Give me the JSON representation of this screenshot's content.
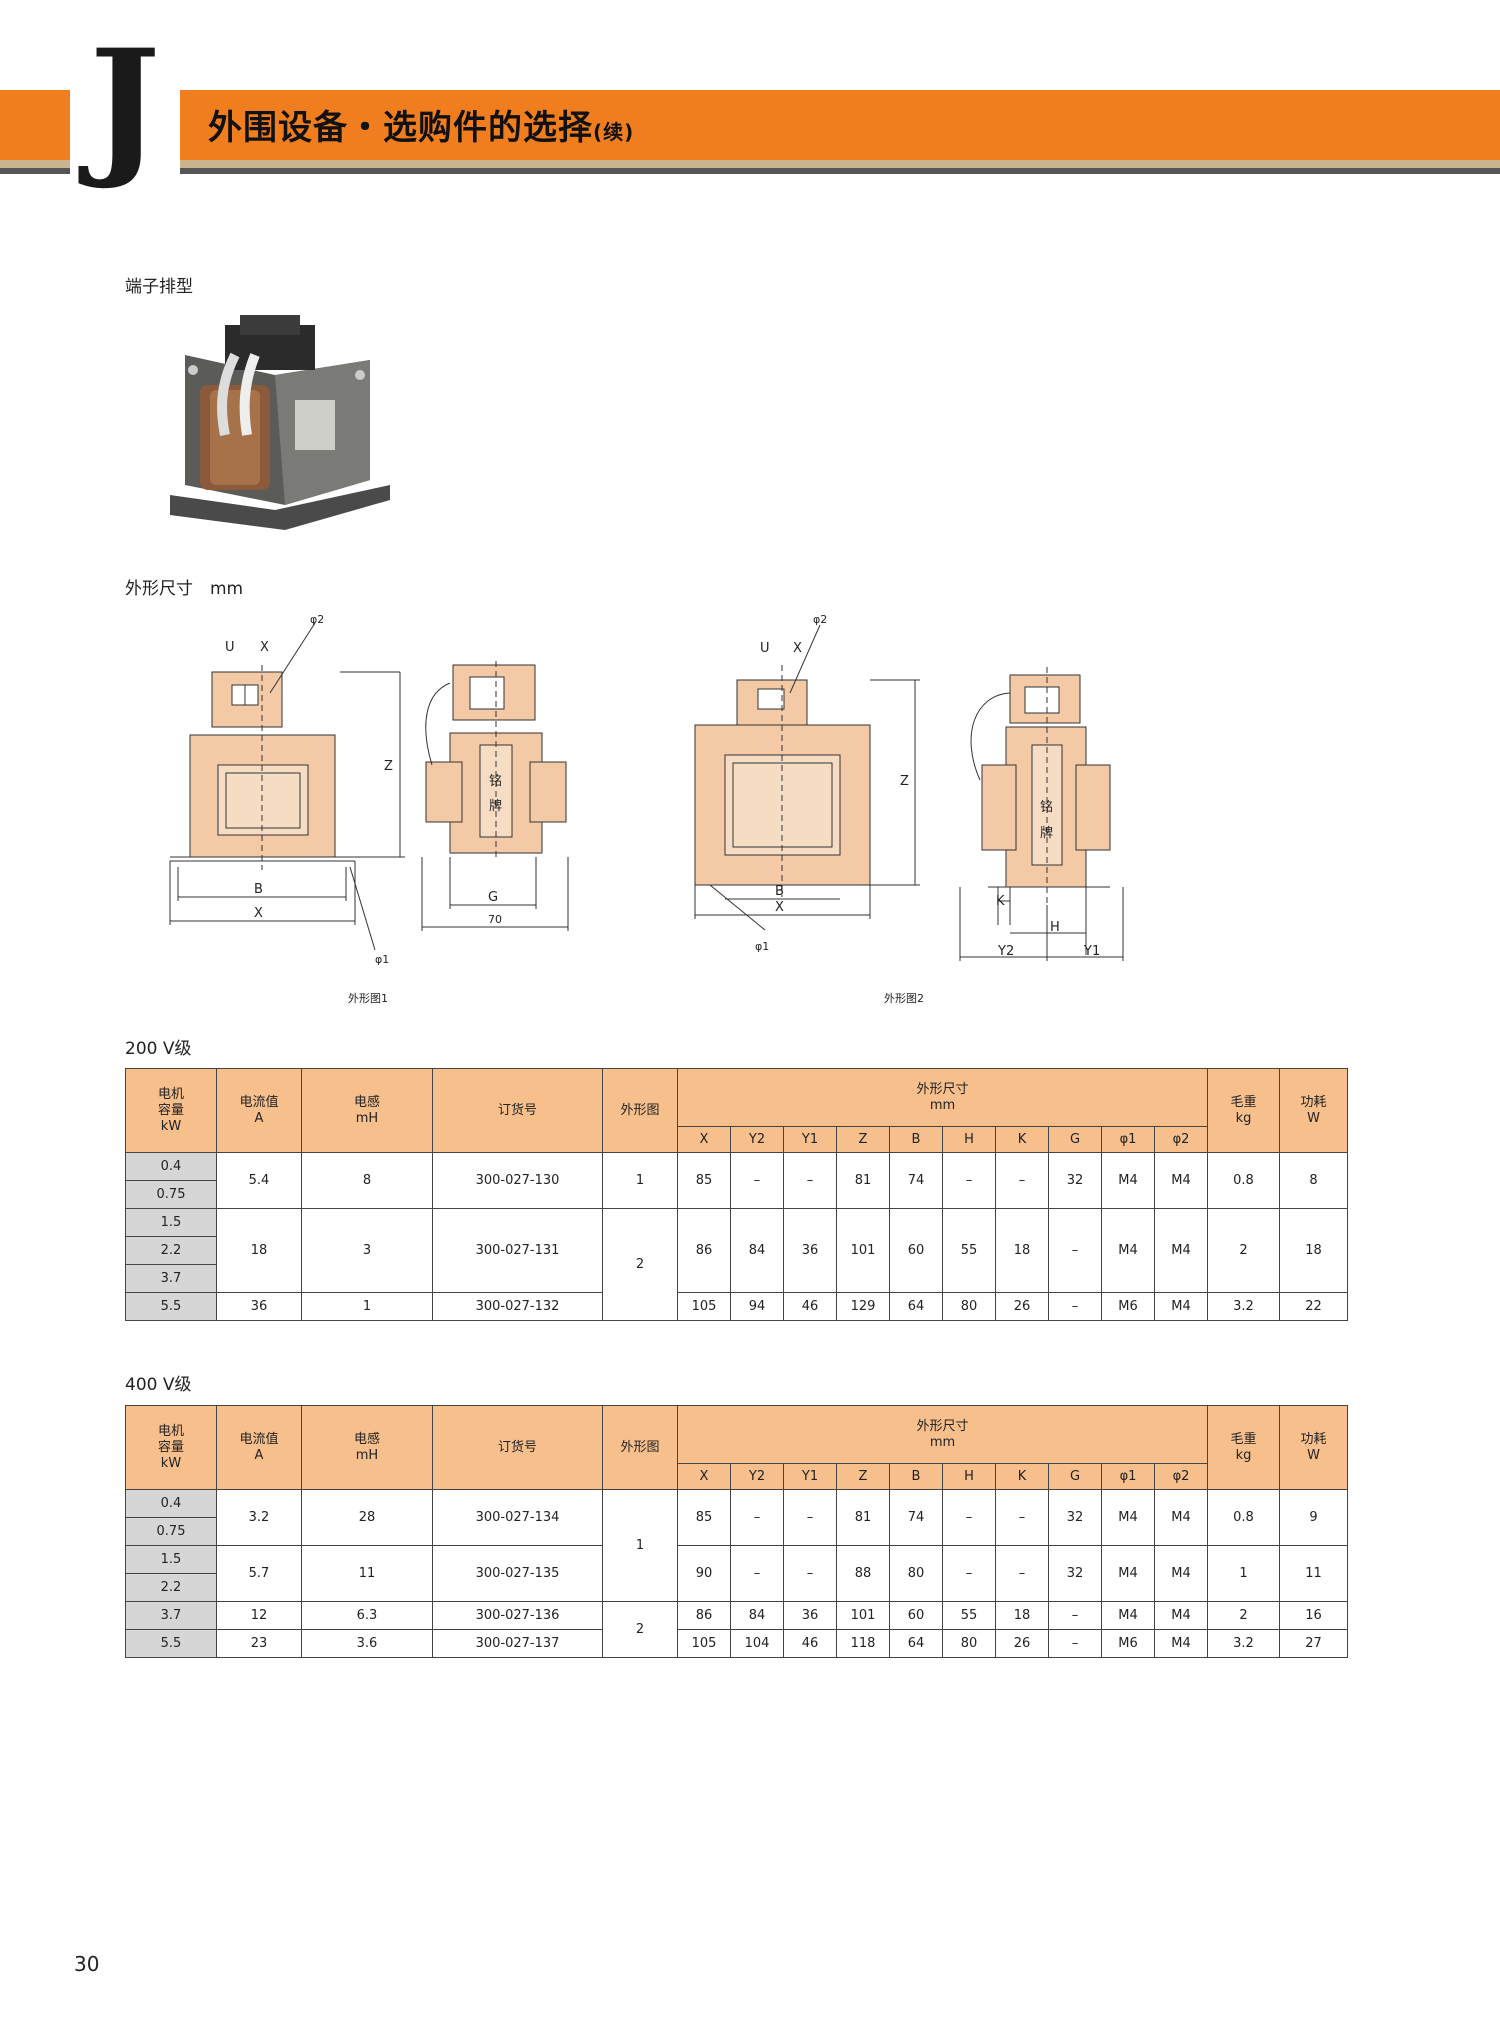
{
  "header": {
    "letter": "J",
    "title": "外围设备・选购件的选择",
    "title_suffix": "(续)"
  },
  "section_label": "端子排型",
  "dimension_label": "外形尺寸　mm",
  "drawing": {
    "fig1_caption": "外形图1",
    "fig2_caption": "外形图2",
    "labels": {
      "u": "U",
      "x": "X",
      "phi1": "φ1",
      "phi2": "φ2",
      "z": "Z",
      "b": "B",
      "g": "G",
      "seventy": "70",
      "nameplate_1": "铭",
      "nameplate_2": "牌",
      "k": "K",
      "h": "H",
      "y1": "Y1",
      "y2": "Y2"
    }
  },
  "table_headers": {
    "motor": [
      "电机",
      "容量",
      "kW"
    ],
    "current": [
      "电流值",
      "A"
    ],
    "inductance": [
      "电感",
      "mH"
    ],
    "order_no": "订货号",
    "outline": "外形图",
    "dims": [
      "外形尺寸",
      "mm"
    ],
    "dim_cols": [
      "X",
      "Y2",
      "Y1",
      "Z",
      "B",
      "H",
      "K",
      "G",
      "φ1",
      "φ2"
    ],
    "weight": [
      "毛重",
      "kg"
    ],
    "loss": [
      "功耗",
      "W"
    ]
  },
  "table200": {
    "title": "200 V级",
    "kw": [
      "0.4",
      "0.75",
      "1.5",
      "2.2",
      "3.7",
      "5.5"
    ],
    "rows": [
      {
        "current": "5.4",
        "mh": "8",
        "order": "300-027-130",
        "outline": "1",
        "dims": [
          "85",
          "–",
          "–",
          "81",
          "74",
          "–",
          "–",
          "32",
          "M4",
          "M4"
        ],
        "kg": "0.8",
        "w": "8"
      },
      {
        "current": "18",
        "mh": "3",
        "order": "300-027-131",
        "outline": "2",
        "dims": [
          "86",
          "84",
          "36",
          "101",
          "60",
          "55",
          "18",
          "–",
          "M4",
          "M4"
        ],
        "kg": "2",
        "w": "18"
      },
      {
        "current": "36",
        "mh": "1",
        "order": "300-027-132",
        "outline": "",
        "dims": [
          "105",
          "94",
          "46",
          "129",
          "64",
          "80",
          "26",
          "–",
          "M6",
          "M4"
        ],
        "kg": "3.2",
        "w": "22"
      }
    ]
  },
  "table400": {
    "title": "400 V级",
    "kw": [
      "0.4",
      "0.75",
      "1.5",
      "2.2",
      "3.7",
      "5.5"
    ],
    "rows": [
      {
        "current": "3.2",
        "mh": "28",
        "order": "300-027-134",
        "outline": "1",
        "dims": [
          "85",
          "–",
          "–",
          "81",
          "74",
          "–",
          "–",
          "32",
          "M4",
          "M4"
        ],
        "kg": "0.8",
        "w": "9"
      },
      {
        "current": "5.7",
        "mh": "11",
        "order": "300-027-135",
        "outline": "",
        "dims": [
          "90",
          "–",
          "–",
          "88",
          "80",
          "–",
          "–",
          "32",
          "M4",
          "M4"
        ],
        "kg": "1",
        "w": "11"
      },
      {
        "current": "12",
        "mh": "6.3",
        "order": "300-027-136",
        "outline": "2",
        "dims": [
          "86",
          "84",
          "36",
          "101",
          "60",
          "55",
          "18",
          "–",
          "M4",
          "M4"
        ],
        "kg": "2",
        "w": "16"
      },
      {
        "current": "23",
        "mh": "3.6",
        "order": "300-027-137",
        "outline": "",
        "dims": [
          "105",
          "104",
          "46",
          "118",
          "64",
          "80",
          "26",
          "–",
          "M6",
          "M4"
        ],
        "kg": "3.2",
        "w": "27"
      }
    ]
  },
  "page_number": "30"
}
